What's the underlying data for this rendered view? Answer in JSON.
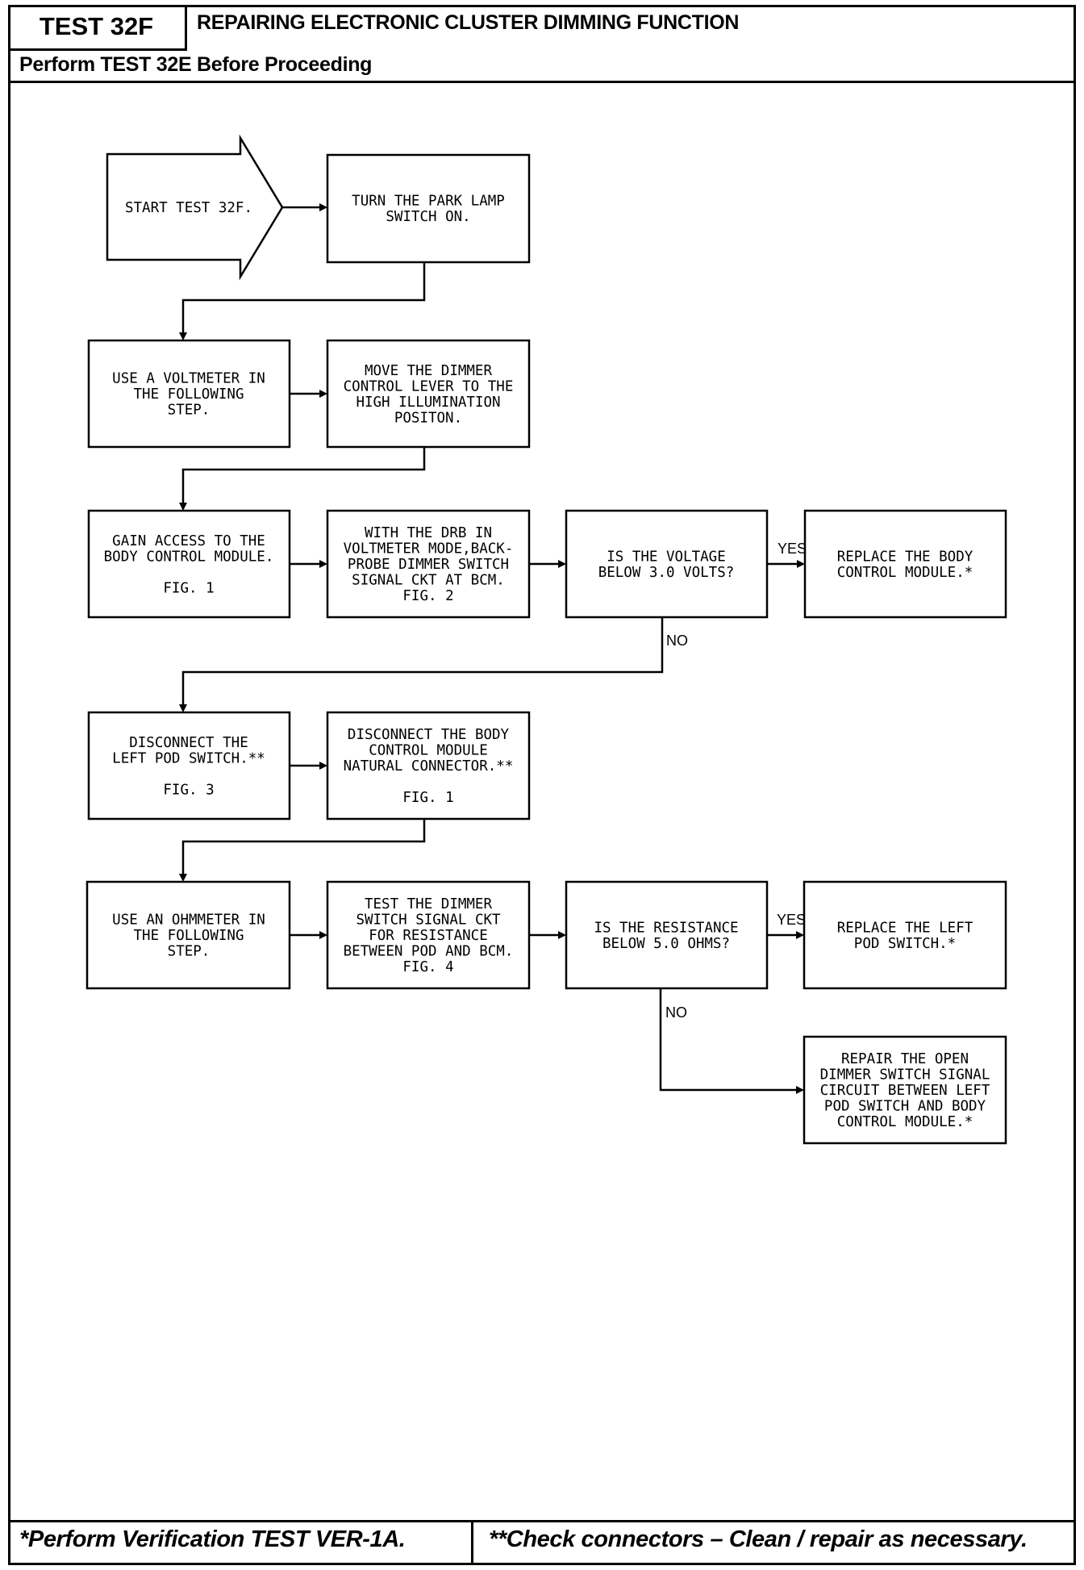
{
  "header": {
    "test_id": "TEST 32F",
    "title": "REPAIRING ELECTRONIC CLUSTER DIMMING FUNCTION",
    "prerequisite": "Perform TEST 32E Before Proceeding"
  },
  "flowchart": {
    "start": [
      "START TEST 32F."
    ],
    "steps": {
      "park_lamp": [
        "TURN THE PARK LAMP",
        "SWITCH ON."
      ],
      "voltmeter": [
        "USE A VOLTMETER IN",
        "THE FOLLOWING",
        "STEP."
      ],
      "dimmer_high": [
        "MOVE THE DIMMER",
        "CONTROL LEVER TO THE",
        "HIGH ILLUMINATION",
        "POSITON."
      ],
      "gain_access": [
        "GAIN ACCESS TO THE",
        "BODY CONTROL MODULE.",
        "",
        "FIG. 1"
      ],
      "drb_backprobe": [
        "WITH THE DRB IN",
        "VOLTMETER MODE,BACK-",
        "PROBE DIMMER SWITCH",
        "SIGNAL CKT AT BCM.",
        "FIG. 2"
      ],
      "voltage_question": [
        "IS THE VOLTAGE",
        "BELOW 3.0 VOLTS?"
      ],
      "replace_bcm": [
        "REPLACE THE BODY",
        "CONTROL MODULE.*"
      ],
      "disconnect_pod": [
        "DISCONNECT THE",
        "LEFT POD SWITCH.**",
        "",
        "FIG. 3"
      ],
      "disconnect_bcm": [
        "DISCONNECT THE BODY",
        "CONTROL MODULE",
        "NATURAL CONNECTOR.**",
        "",
        "FIG. 1"
      ],
      "ohmmeter": [
        "USE AN OHMMETER IN",
        "THE FOLLOWING",
        "STEP."
      ],
      "test_resistance": [
        "TEST THE DIMMER",
        "SWITCH SIGNAL CKT",
        "FOR RESISTANCE",
        "BETWEEN POD AND BCM.",
        "FIG. 4"
      ],
      "resistance_question": [
        "IS THE RESISTANCE",
        "BELOW 5.0 OHMS?"
      ],
      "replace_pod": [
        "REPLACE THE LEFT",
        "POD SWITCH.*"
      ],
      "repair_circuit": [
        "REPAIR THE OPEN",
        "DIMMER SWITCH SIGNAL",
        "CIRCUIT BETWEEN LEFT",
        "POD SWITCH AND BODY",
        "CONTROL MODULE.*"
      ]
    },
    "labels": {
      "yes1": "YES",
      "no1": "NO",
      "yes2": "YES",
      "no2": "NO"
    }
  },
  "footer": {
    "note_left": "*Perform Verification TEST VER-1A.",
    "note_right": "**Check connectors – Clean / repair as necessary."
  }
}
